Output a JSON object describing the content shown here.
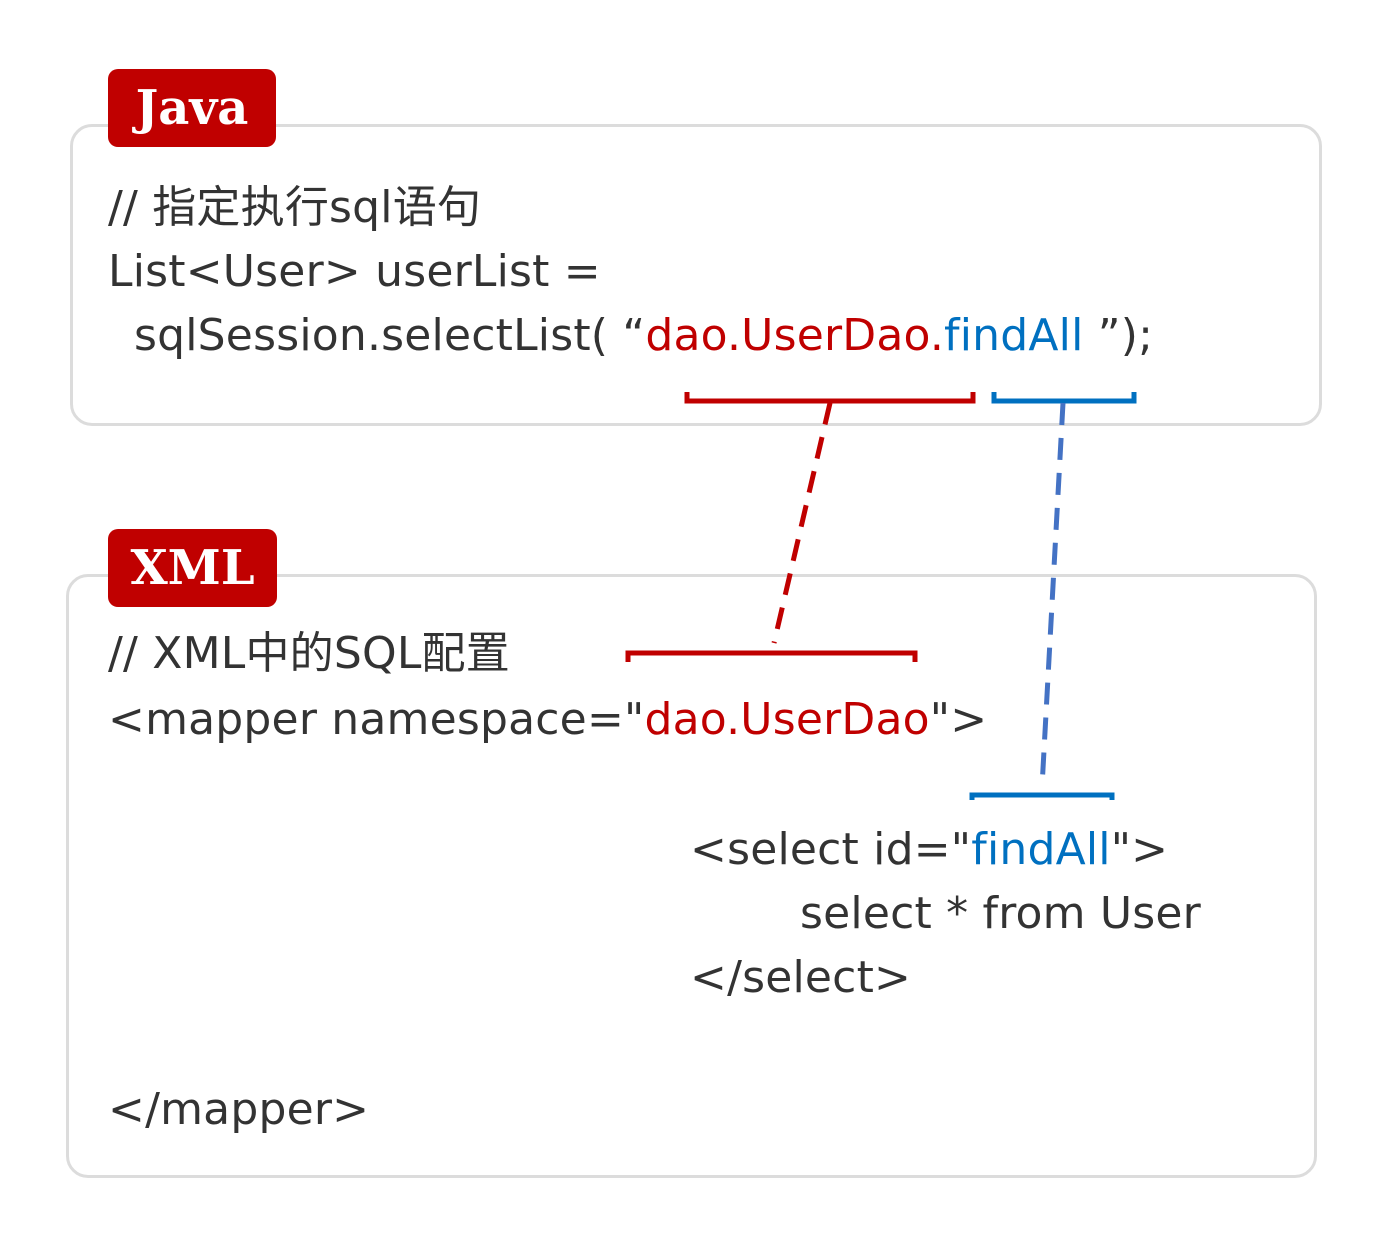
{
  "java": {
    "tag": "Java",
    "comment": "// 指定执行sql语句",
    "line1": "List<User> userList =",
    "line2_prefix": "sqlSession.selectList( “",
    "line2_namespace": "dao.UserDao.",
    "line2_method": "findAll",
    "line2_suffix": " ”);"
  },
  "xml": {
    "tag": "XML",
    "comment": "// XML中的SQL配置",
    "mapper_open_prefix": "<mapper namespace=\"",
    "mapper_namespace": "dao.UserDao",
    "mapper_open_suffix": "\">",
    "select_open_prefix": "<select id=\"",
    "select_id": "findAll",
    "select_open_suffix": "\">",
    "select_body": "select * from User",
    "select_close": "</select>",
    "mapper_close": "</mapper>"
  },
  "colors": {
    "accent_red": "#c00000",
    "accent_blue": "#0070c0",
    "dashed_blue": "#4472c4",
    "text": "#333333",
    "panel_border": "#dcdcdc"
  }
}
